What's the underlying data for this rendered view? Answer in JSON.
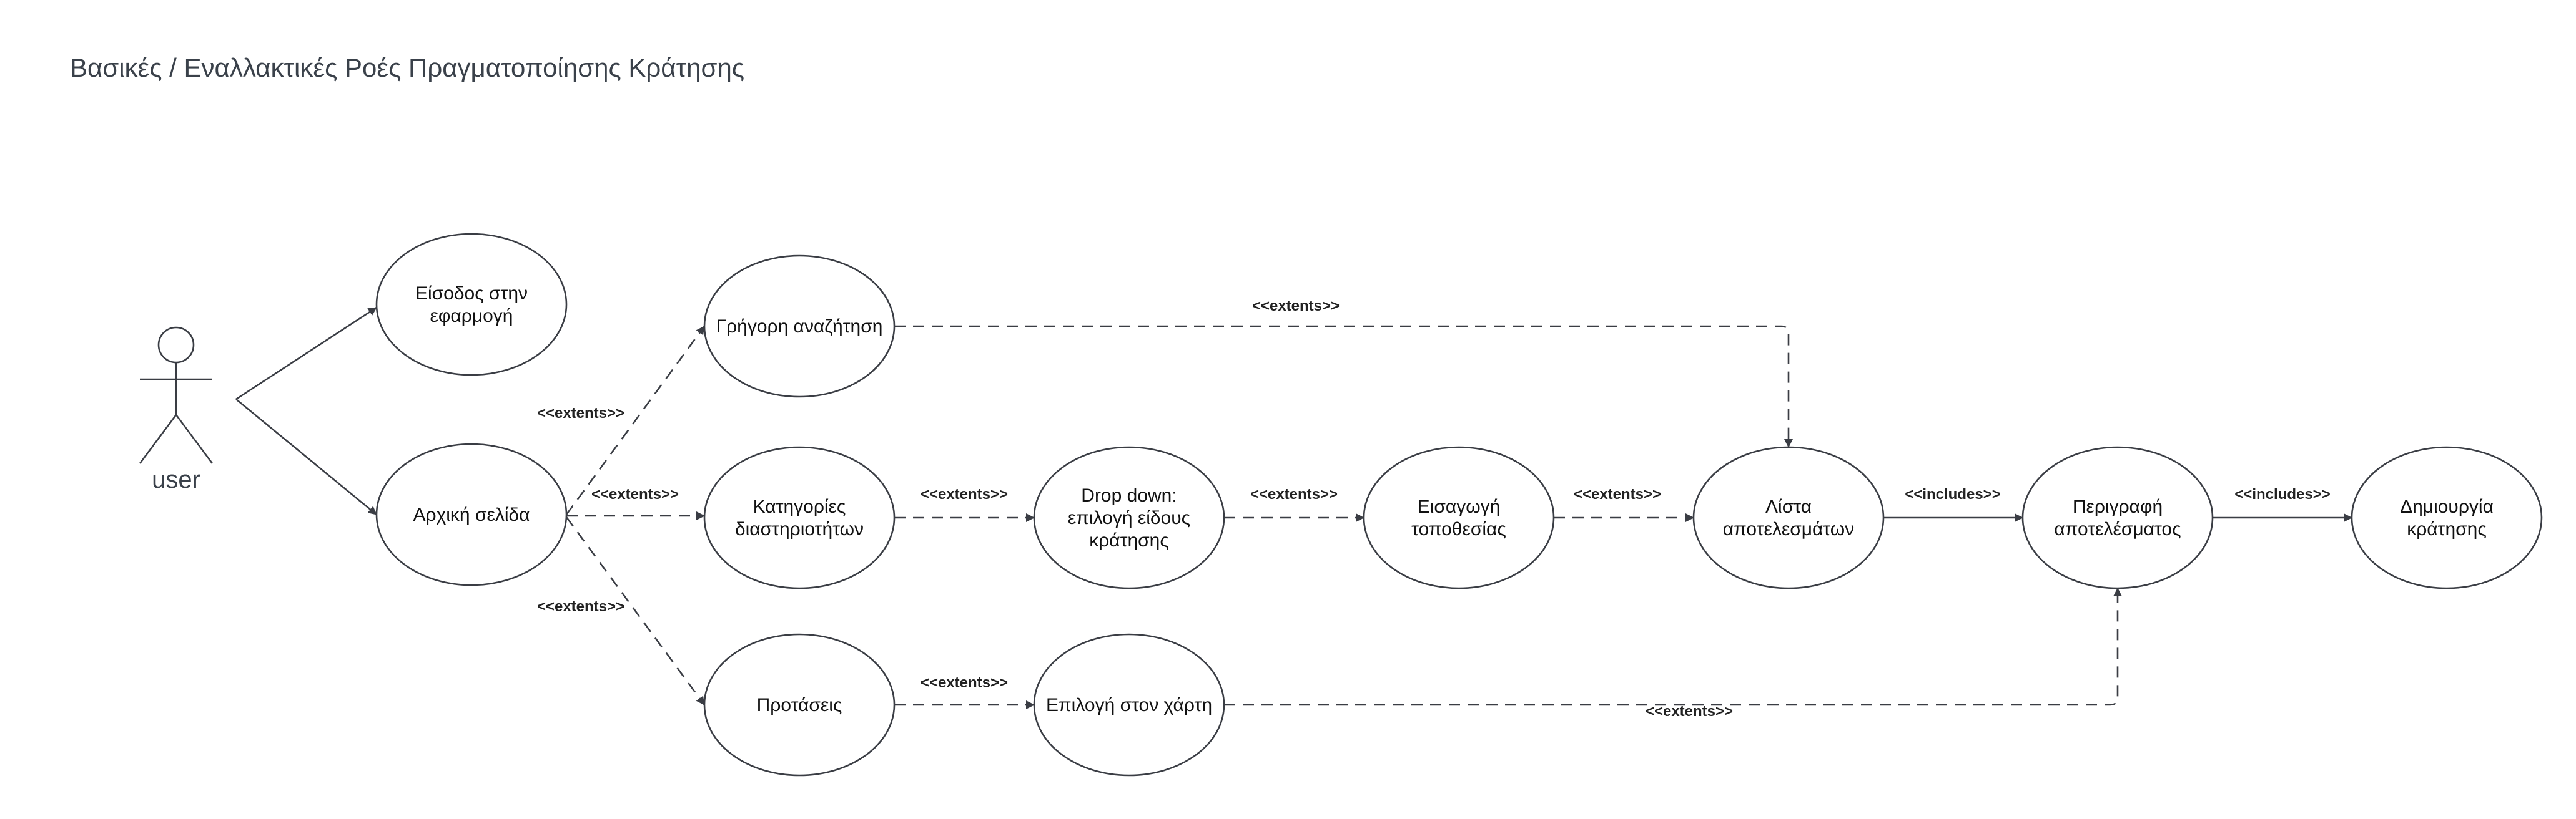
{
  "title": "Βασικές / Εναλλακτικές Ροές Πραγματοποίησης Κράτησης",
  "actor": {
    "label": "user",
    "icon": "stick-figure-actor-icon"
  },
  "colors": {
    "stroke": "#3a3d44",
    "text": "#111111",
    "title": "#3a414a",
    "background": "#ffffff"
  },
  "nodes": [
    {
      "id": "login",
      "lines": [
        "Είσοδος στην",
        "εφαρμογή"
      ]
    },
    {
      "id": "home",
      "lines": [
        "Αρχική σελίδα"
      ]
    },
    {
      "id": "quick",
      "lines": [
        "Γρήγορη αναζήτηση"
      ]
    },
    {
      "id": "cats",
      "lines": [
        "Κατηγορίες",
        "διαστηριοτήτων"
      ]
    },
    {
      "id": "dropdown",
      "lines": [
        "Drop down:",
        "επιλογή είδους",
        "κράτησης"
      ]
    },
    {
      "id": "loc",
      "lines": [
        "Εισαγωγή",
        "τοποθεσίας"
      ]
    },
    {
      "id": "list",
      "lines": [
        "Λίστα",
        "αποτελεσμάτων"
      ]
    },
    {
      "id": "desc",
      "lines": [
        "Περιγραφή",
        "αποτελέσματος"
      ]
    },
    {
      "id": "create",
      "lines": [
        "Δημιουργία",
        "κράτησης"
      ]
    },
    {
      "id": "sugg",
      "lines": [
        "Προτάσεις"
      ]
    },
    {
      "id": "map",
      "lines": [
        "Επιλογή στον χάρτη"
      ]
    }
  ],
  "edges": [
    {
      "from": "user",
      "to": "login",
      "style": "solid",
      "label": ""
    },
    {
      "from": "user",
      "to": "home",
      "style": "solid",
      "label": ""
    },
    {
      "from": "home",
      "to": "quick",
      "style": "dashed",
      "label": "<<extents>>"
    },
    {
      "from": "home",
      "to": "cats",
      "style": "dashed",
      "label": "<<extents>>"
    },
    {
      "from": "home",
      "to": "sugg",
      "style": "dashed",
      "label": "<<extents>>"
    },
    {
      "from": "cats",
      "to": "dropdown",
      "style": "dashed",
      "label": "<<extents>>"
    },
    {
      "from": "dropdown",
      "to": "loc",
      "style": "dashed",
      "label": "<<extents>>"
    },
    {
      "from": "loc",
      "to": "list",
      "style": "dashed",
      "label": "<<extents>>"
    },
    {
      "from": "quick",
      "to": "list",
      "style": "dashed",
      "label": "<<extents>>"
    },
    {
      "from": "list",
      "to": "desc",
      "style": "solid",
      "label": "<<includes>>"
    },
    {
      "from": "desc",
      "to": "create",
      "style": "solid",
      "label": "<<includes>>"
    },
    {
      "from": "sugg",
      "to": "map",
      "style": "dashed",
      "label": "<<extents>>"
    },
    {
      "from": "map",
      "to": "desc",
      "style": "dashed",
      "label": "<<extents>>"
    }
  ]
}
